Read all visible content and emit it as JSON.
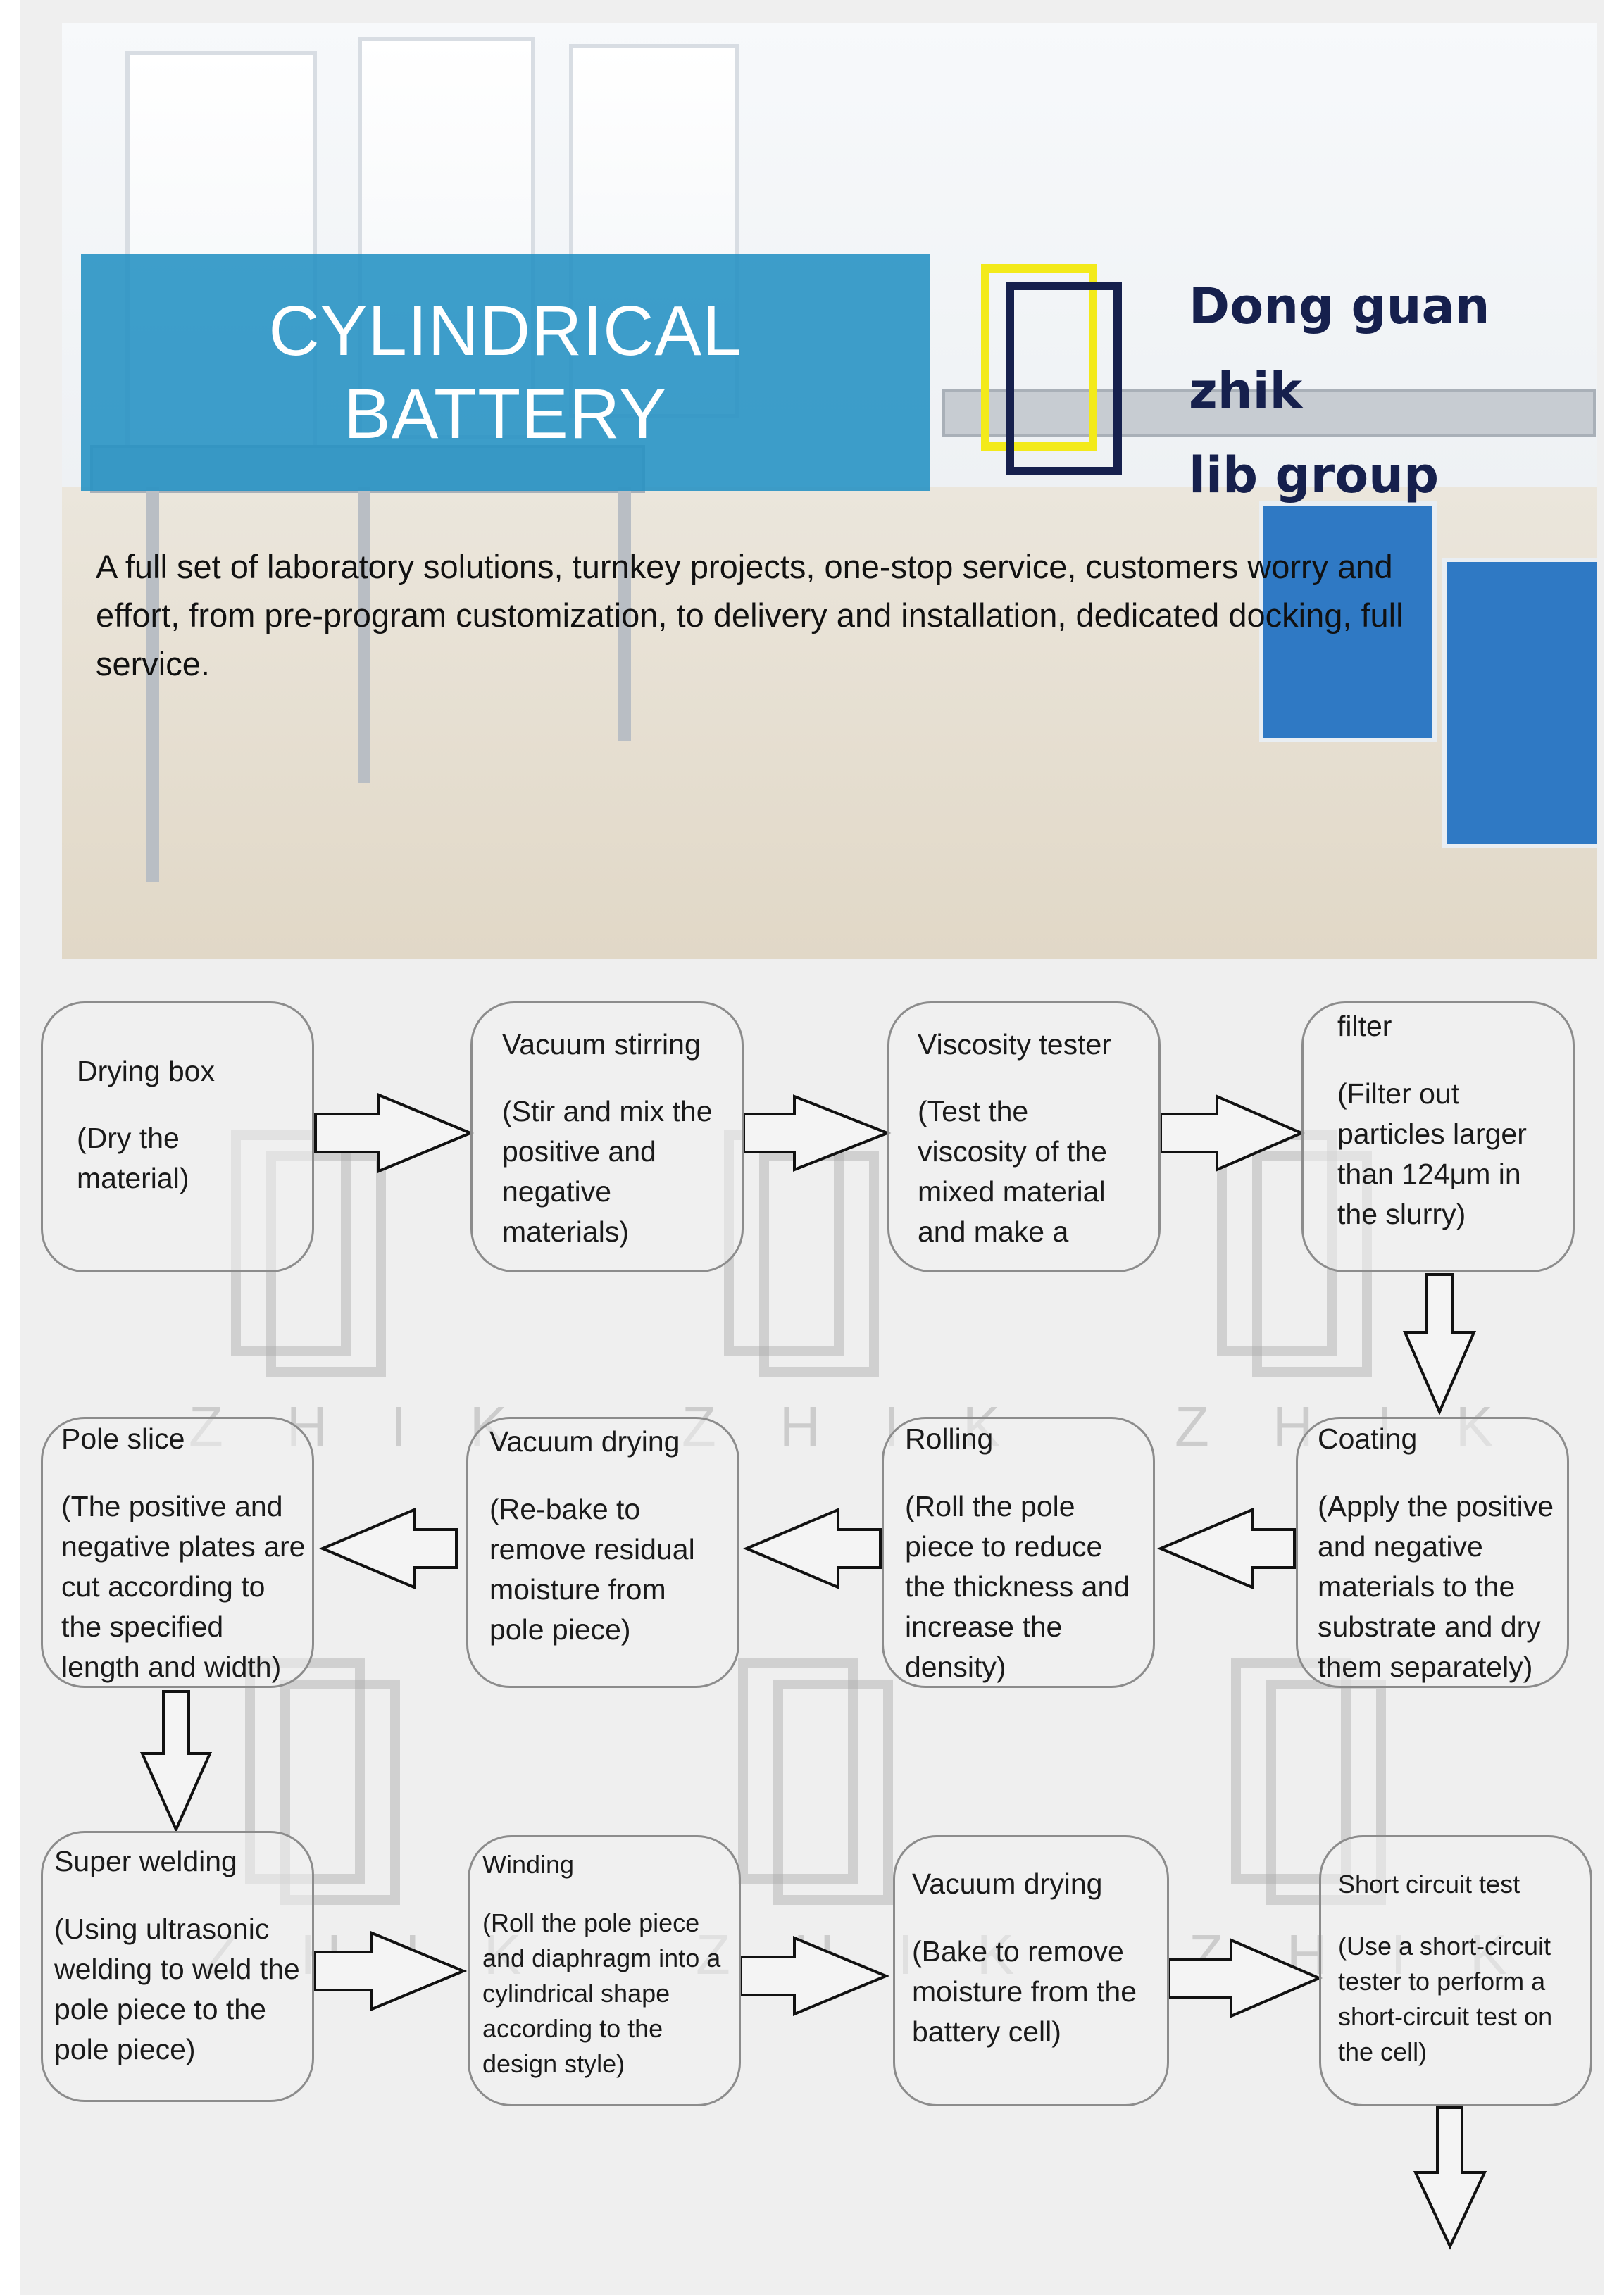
{
  "hero": {
    "title_line1": "CYLINDRICAL",
    "title_line2": "BATTERY",
    "company_lines": [
      "Dong guan",
      "zhik",
      "lib group"
    ],
    "tagline": "A full set of laboratory solutions, turnkey projects, one-stop service, customers worry and effort, from pre-program customization, to delivery and installation, dedicated docking, full service."
  },
  "watermark": {
    "text": "ZHIK"
  },
  "flow": {
    "steps": [
      {
        "title": "Drying box",
        "desc": "(Dry the\nmaterial)"
      },
      {
        "title": "Vacuum stirring",
        "desc": "(Stir and mix the\npositive and\nnegative\nmaterials)"
      },
      {
        "title": "Viscosity tester",
        "desc": "(Test the\nviscosity of the\nmixed material\nand make a"
      },
      {
        "title": "filter",
        "desc": "(Filter out\nparticles larger\nthan 124μm in\nthe slurry)"
      },
      {
        "title": "Coating",
        "desc": "(Apply the positive\nand negative\nmaterials to the\nsubstrate and dry\nthem separately)"
      },
      {
        "title": "Rolling",
        "desc": "(Roll the pole\npiece to reduce\nthe thickness and\nincrease the\ndensity)"
      },
      {
        "title": "Vacuum drying",
        "desc": "(Re-bake to\nremove residual\nmoisture from\npole piece)"
      },
      {
        "title": "Pole slice",
        "desc": "(The positive and\nnegative plates are\ncut according to\nthe specified\nlength and width)"
      },
      {
        "title": "Super welding",
        "desc": "(Using ultrasonic\nwelding to weld the\npole piece to the\npole piece)"
      },
      {
        "title": "Winding",
        "desc": "(Roll the pole piece\nand diaphragm into a\ncylindrical shape\naccording to the\ndesign style)"
      },
      {
        "title": "Vacuum drying",
        "desc": "(Bake to remove\nmoisture from the\nbattery cell)"
      },
      {
        "title": "Short circuit test",
        "desc": "(Use a short-circuit\ntester to perform a\nshort-circuit test on\nthe cell)"
      }
    ]
  },
  "colors": {
    "banner": "#2391c3",
    "logo_yellow": "#f3ea1a",
    "logo_navy": "#16204d",
    "node_border": "#8c8c8c"
  }
}
